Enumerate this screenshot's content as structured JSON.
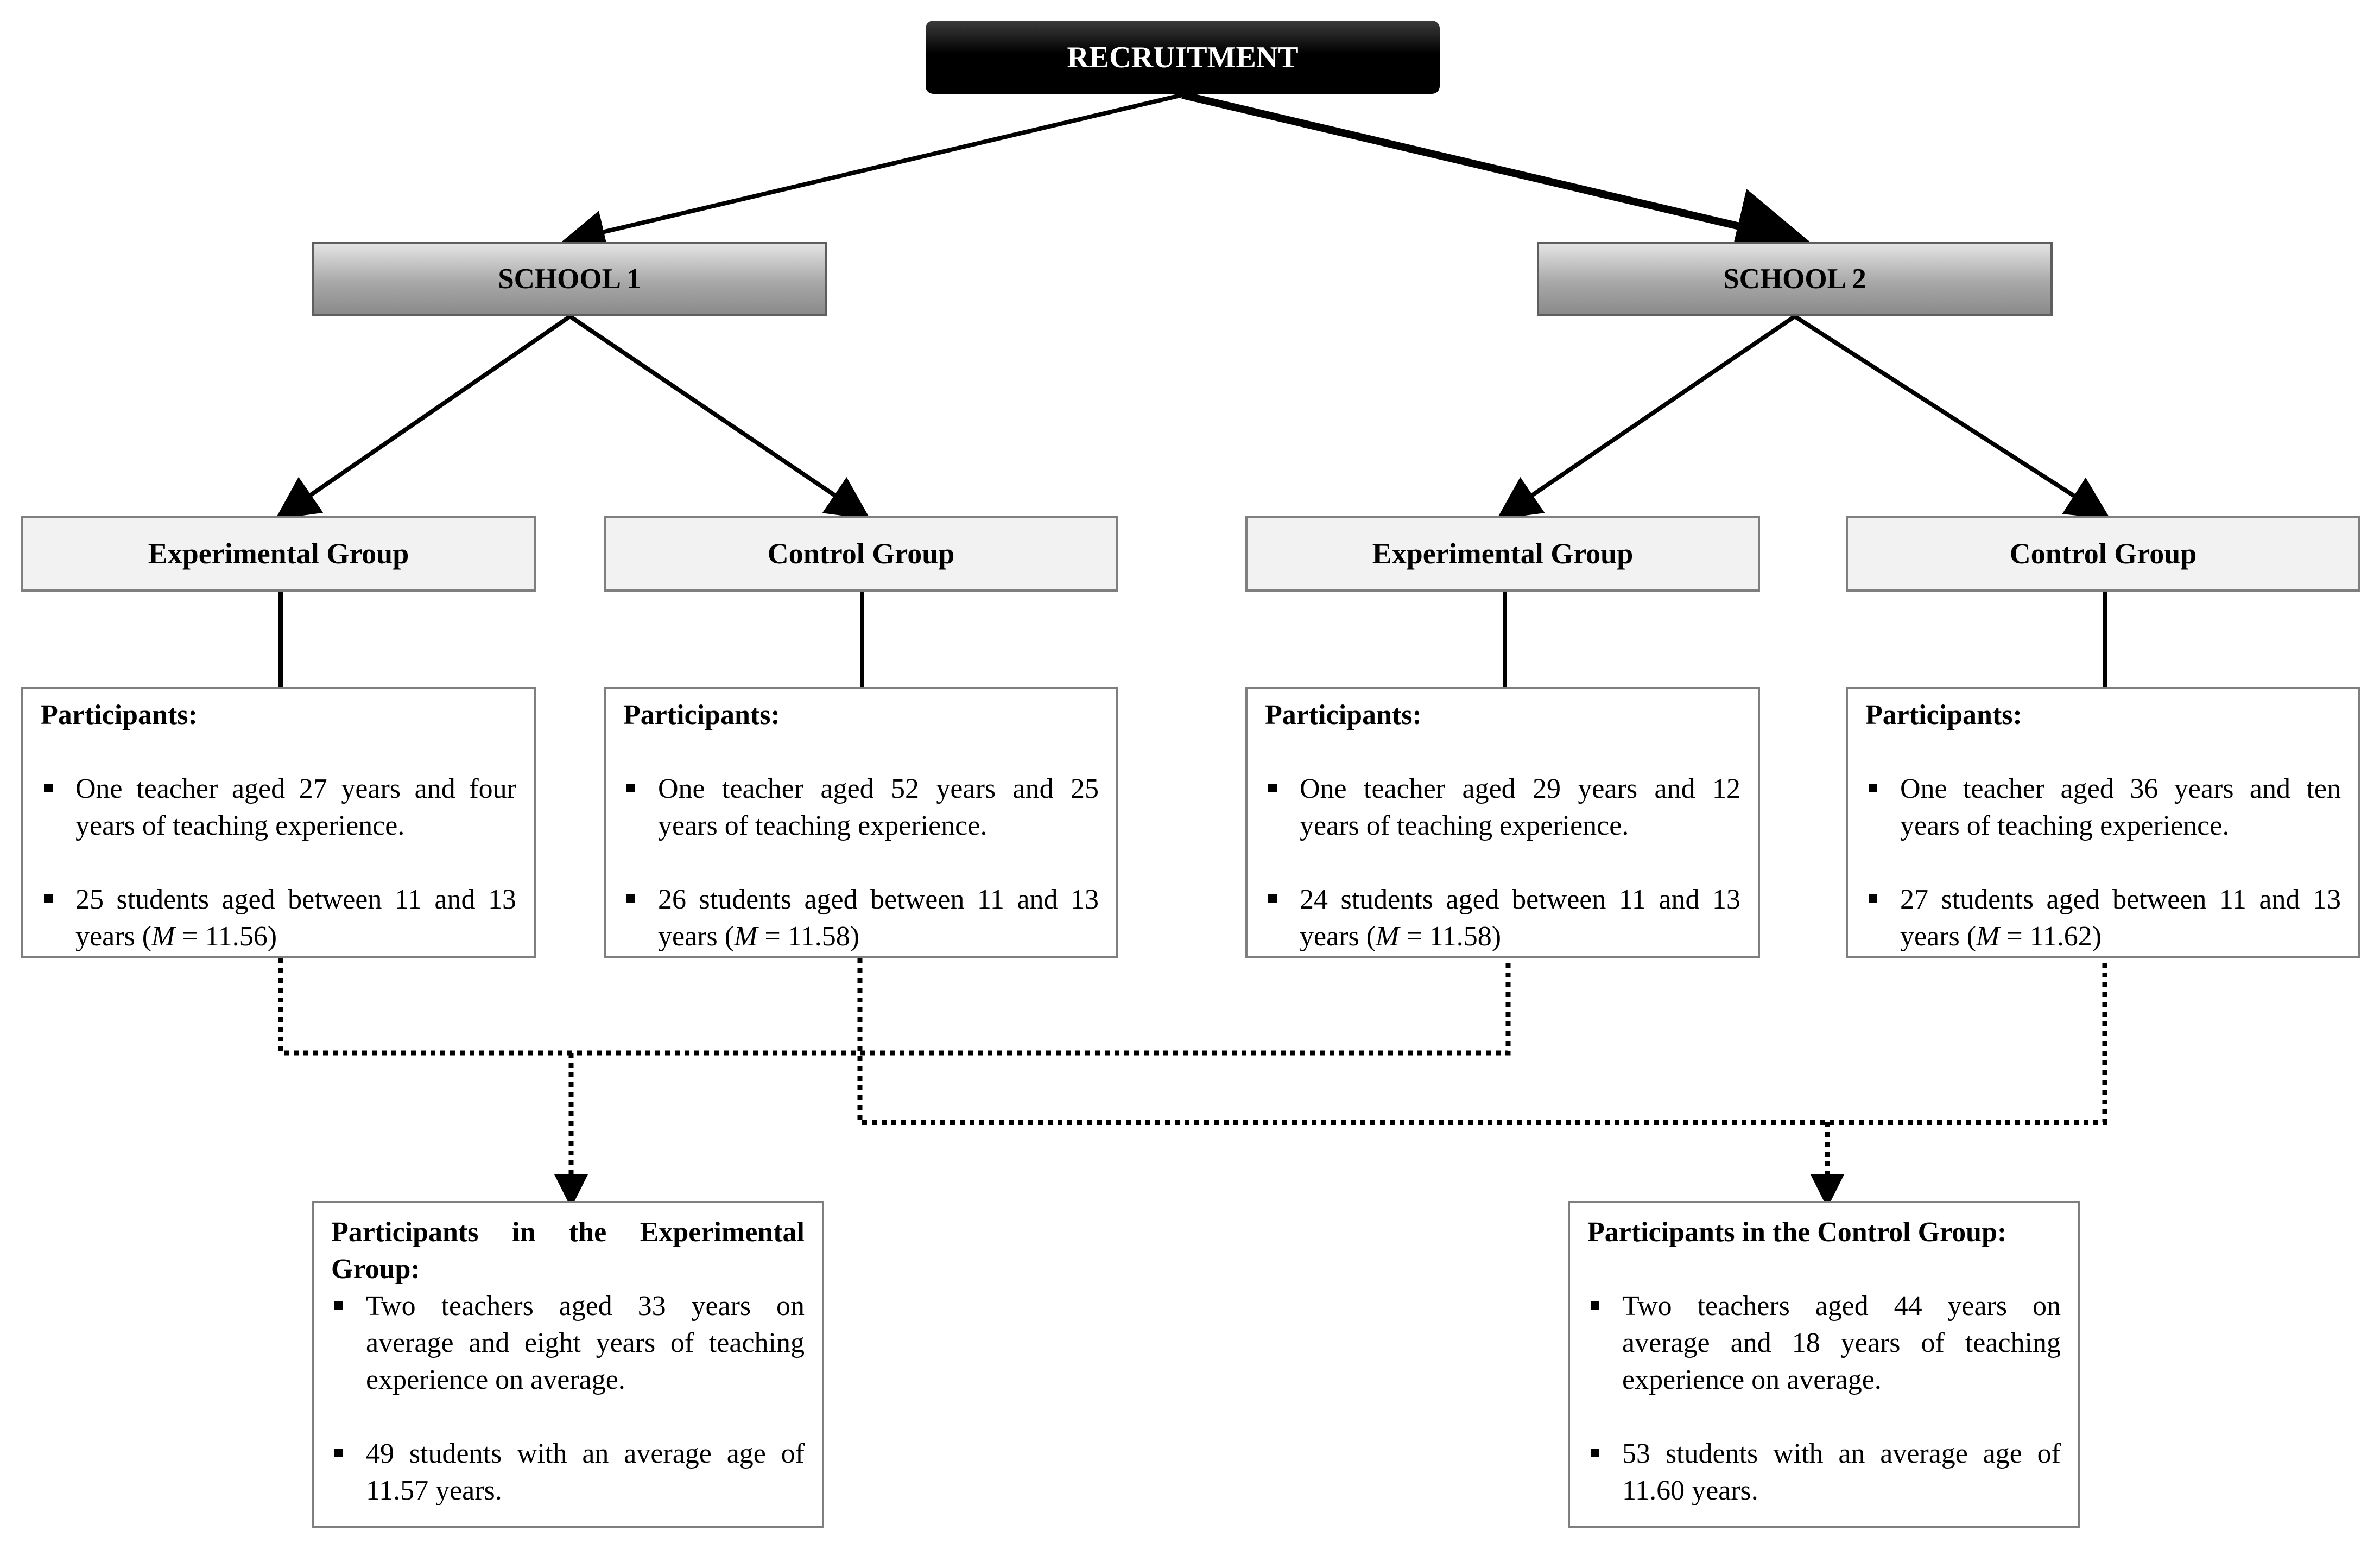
{
  "recruitment": {
    "label": "RECRUITMENT"
  },
  "schools": [
    {
      "label": "SCHOOL 1"
    },
    {
      "label": "SCHOOL 2"
    }
  ],
  "groups": [
    {
      "label": "Experimental Group"
    },
    {
      "label": "Control Group"
    },
    {
      "label": "Experimental Group"
    },
    {
      "label": "Control Group"
    }
  ],
  "participants": [
    {
      "heading": "Participants:",
      "bullets": [
        "One teacher aged 27 years and four years of teaching experience.",
        {
          "pre": "25 students aged between 11 and 13 years (",
          "m": "M",
          "post": " = 11.56)"
        }
      ]
    },
    {
      "heading": "Participants:",
      "bullets": [
        "One teacher aged 52 years and 25 years of teaching experience.",
        {
          "pre": "26 students aged between 11 and 13 years (",
          "m": "M",
          "post": " = 11.58)"
        }
      ]
    },
    {
      "heading": "Participants:",
      "bullets": [
        "One teacher aged 29 years and 12 years of teaching experience.",
        {
          "pre": "24 students aged between 11 and 13 years (",
          "m": "M",
          "post": " = 11.58)"
        }
      ]
    },
    {
      "heading": "Participants:",
      "bullets": [
        "One teacher aged 36 years and ten years of teaching experience.",
        {
          "pre": "27 students aged between 11 and 13 years (",
          "m": "M",
          "post": " = 11.62)"
        }
      ]
    }
  ],
  "summary": [
    {
      "heading": "Participants in the Experimental Group:",
      "bullets": [
        "Two teachers aged 33 years on average and eight years of teaching experience on average.",
        "49 students with an average age of 11.57 years."
      ]
    },
    {
      "heading": "Participants in the Control Group:",
      "bullets": [
        "Two teachers aged 44 years on average and 18 years of teaching experience on average.",
        "53 students with an average age of 11.60 years."
      ]
    }
  ]
}
